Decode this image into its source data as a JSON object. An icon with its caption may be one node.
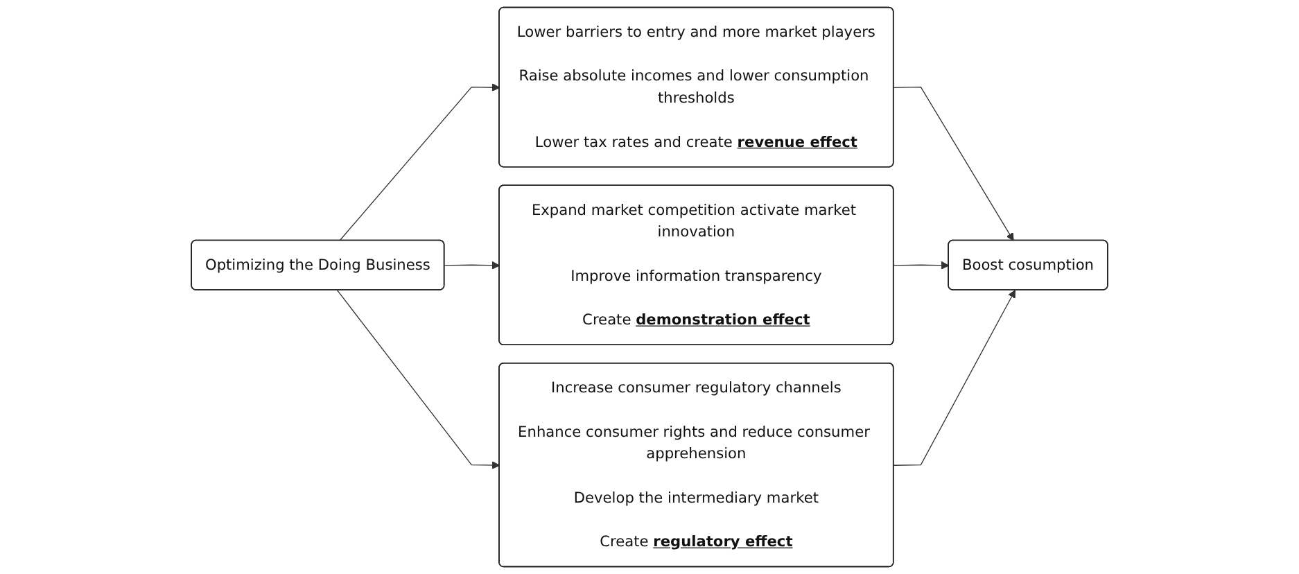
{
  "diagram": {
    "nodes": [
      {
        "text": [
          "Optimizing the Doing Business"
        ]
      },
      {
        "text": [
          "Lower barriers to entry and more market players",
          "Raise absolute incomes and lower consumption thresholds",
          "Lower tax rates and create **revenue effect**"
        ]
      },
      {
        "text": [
          "Expand market competition activate market innovation",
          "Improve information transparency",
          "Create **demonstration effect**"
        ]
      },
      {
        "text": [
          "Increase consumer regulatory channels",
          "Enhance consumer rights and reduce consumer apprehension",
          "Develop the intermediary market",
          "Create **regulatory effect**"
        ]
      },
      {
        "text": [
          "Boost cosumption"
        ]
      }
    ],
    "edges": [
      {
        "from": 0,
        "to": 1,
        "arrow": "to"
      },
      {
        "from": 0,
        "to": 2,
        "arrow": "to"
      },
      {
        "from": 0,
        "to": 3,
        "arrow": "to"
      },
      {
        "from": 1,
        "to": 4,
        "arrow": "to"
      },
      {
        "from": 2,
        "to": 4,
        "arrow": "to"
      },
      {
        "from": 3,
        "to": 4,
        "arrow": "to"
      }
    ]
  }
}
